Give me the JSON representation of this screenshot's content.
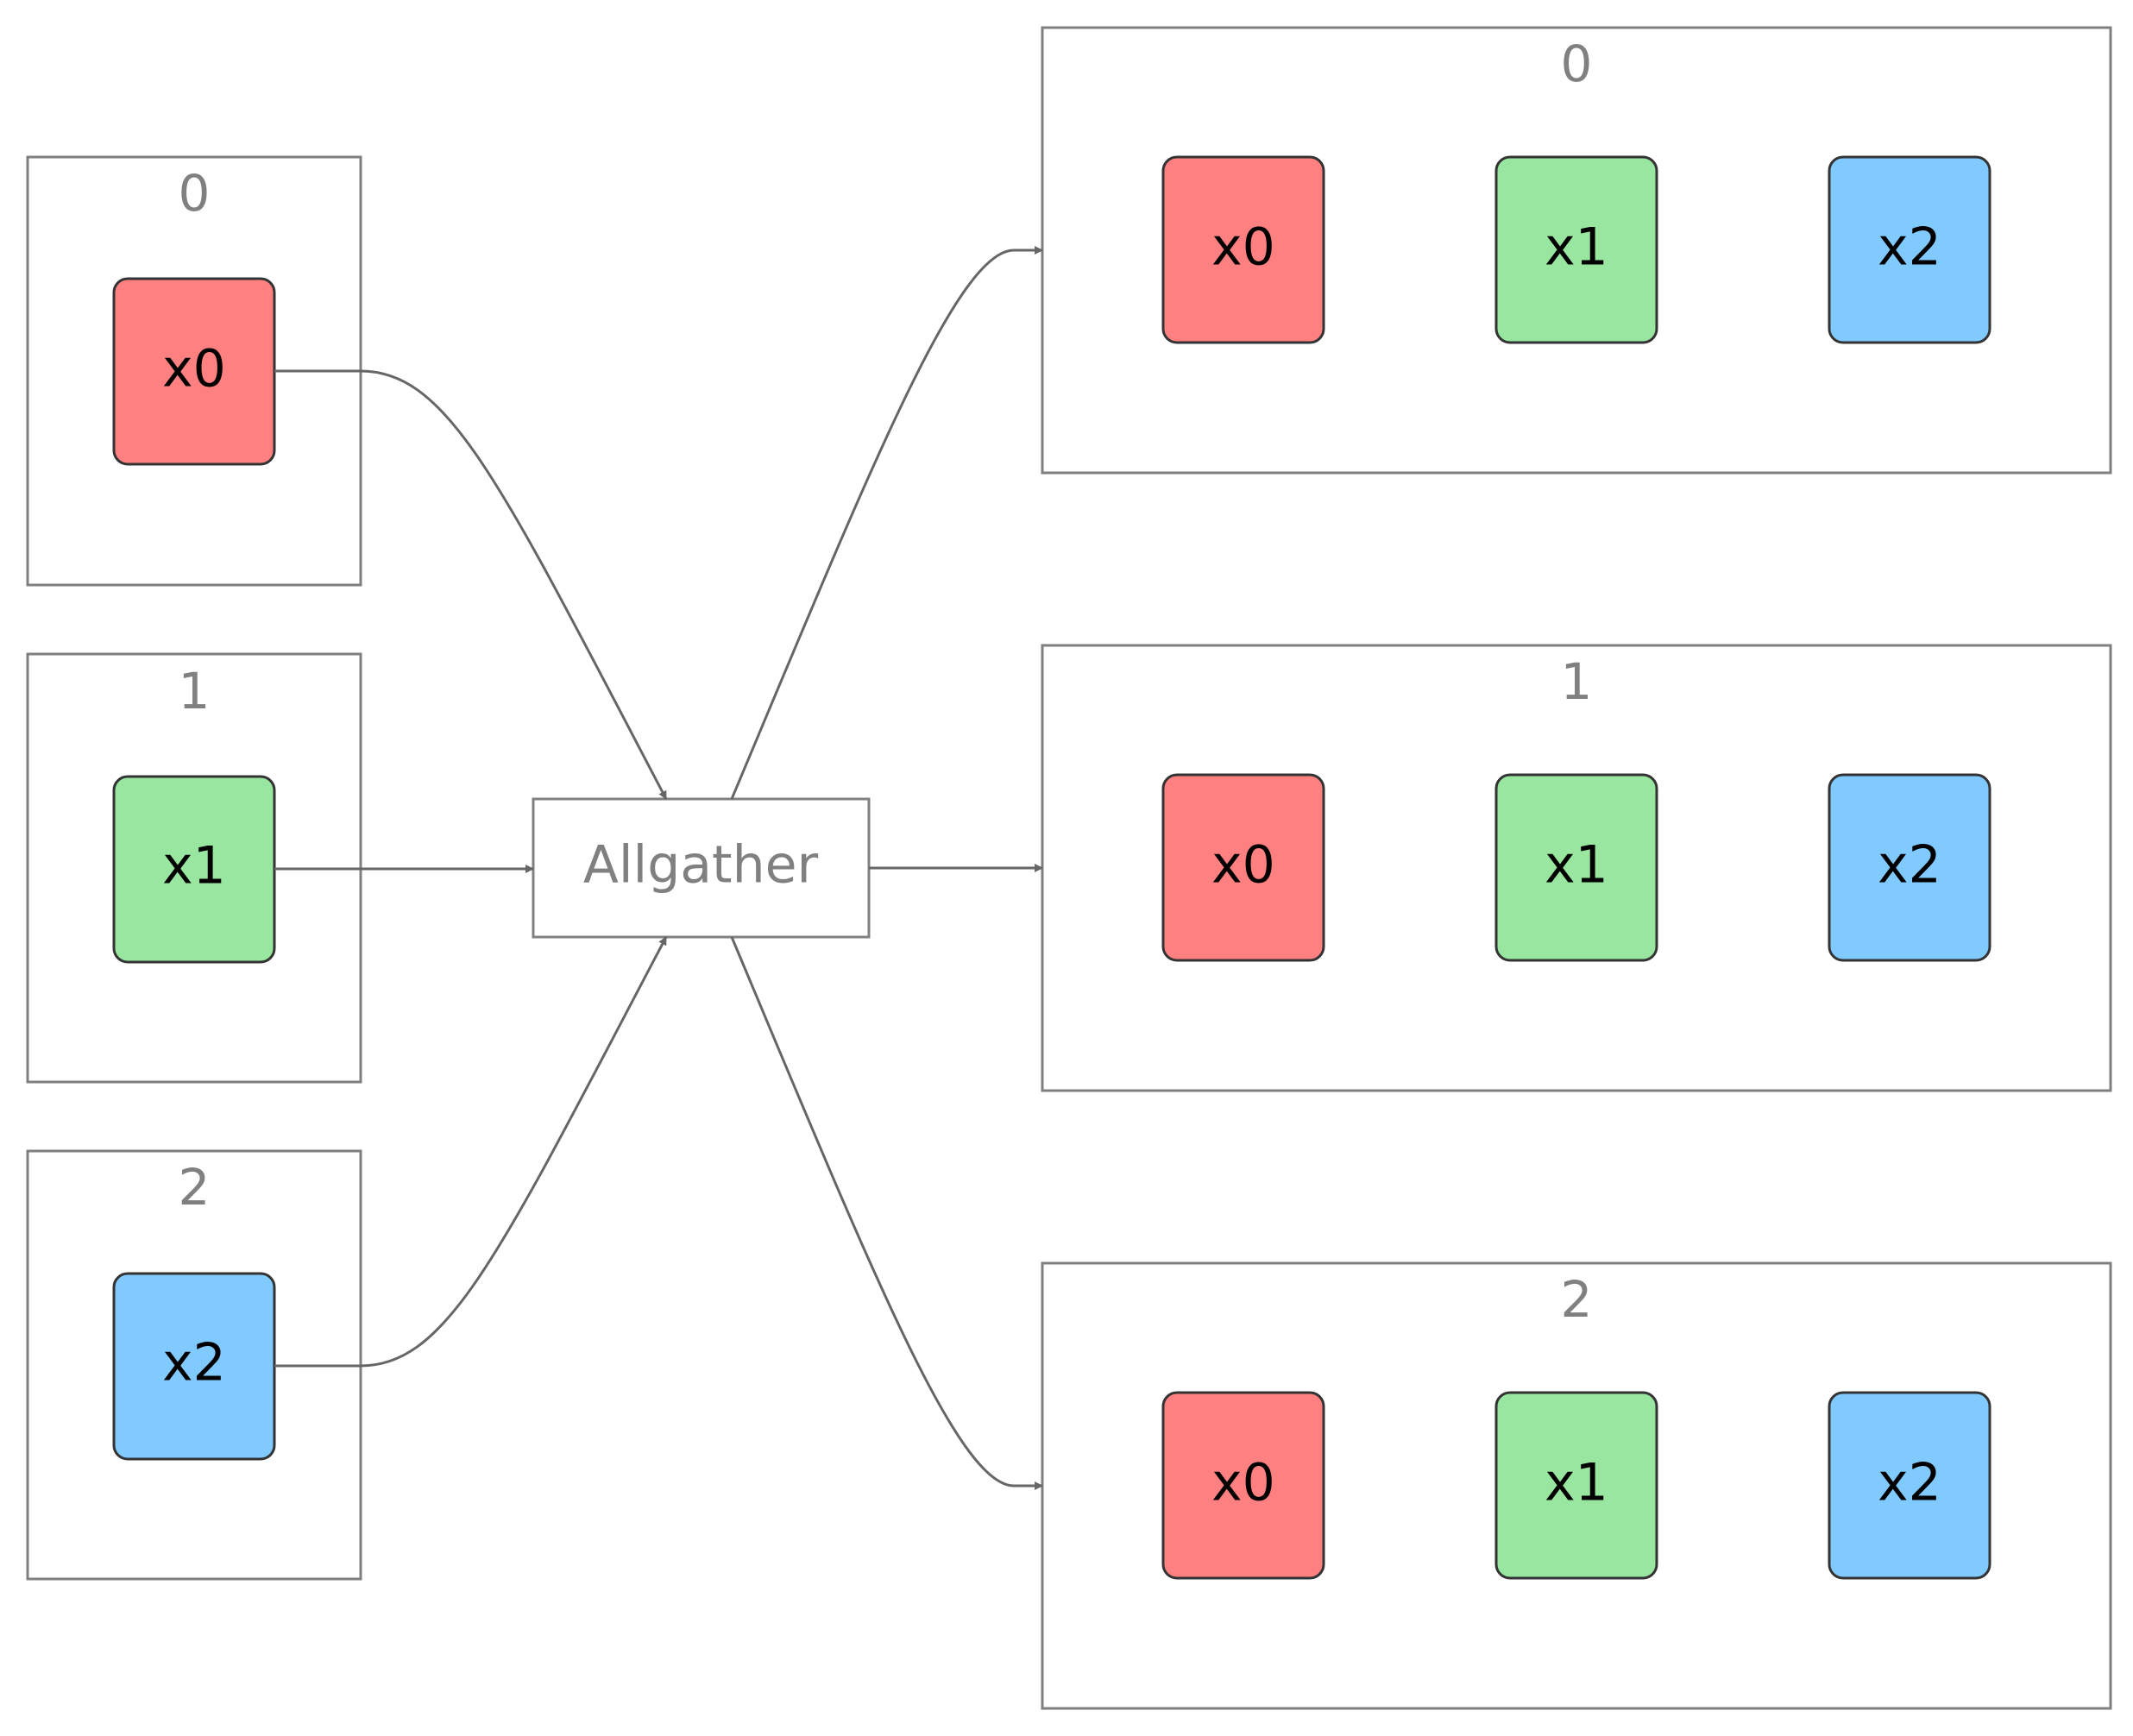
{
  "operation": {
    "label": "Allgather"
  },
  "input_groups": [
    {
      "label": "0",
      "item": {
        "label": "x0",
        "color": "#ff8080"
      }
    },
    {
      "label": "1",
      "item": {
        "label": "x1",
        "color": "#98e6a0"
      }
    },
    {
      "label": "2",
      "item": {
        "label": "x2",
        "color": "#80caff"
      }
    }
  ],
  "output_groups": [
    {
      "label": "0",
      "items": [
        {
          "label": "x0",
          "color": "#ff8080"
        },
        {
          "label": "x1",
          "color": "#98e6a0"
        },
        {
          "label": "x2",
          "color": "#80caff"
        }
      ]
    },
    {
      "label": "1",
      "items": [
        {
          "label": "x0",
          "color": "#ff8080"
        },
        {
          "label": "x1",
          "color": "#98e6a0"
        },
        {
          "label": "x2",
          "color": "#80caff"
        }
      ]
    },
    {
      "label": "2",
      "items": [
        {
          "label": "x0",
          "color": "#ff8080"
        },
        {
          "label": "x1",
          "color": "#98e6a0"
        },
        {
          "label": "x2",
          "color": "#80caff"
        }
      ]
    }
  ],
  "colors": {
    "border": "#7f7f7f",
    "edge": "#666666",
    "node_border": "#333333"
  }
}
